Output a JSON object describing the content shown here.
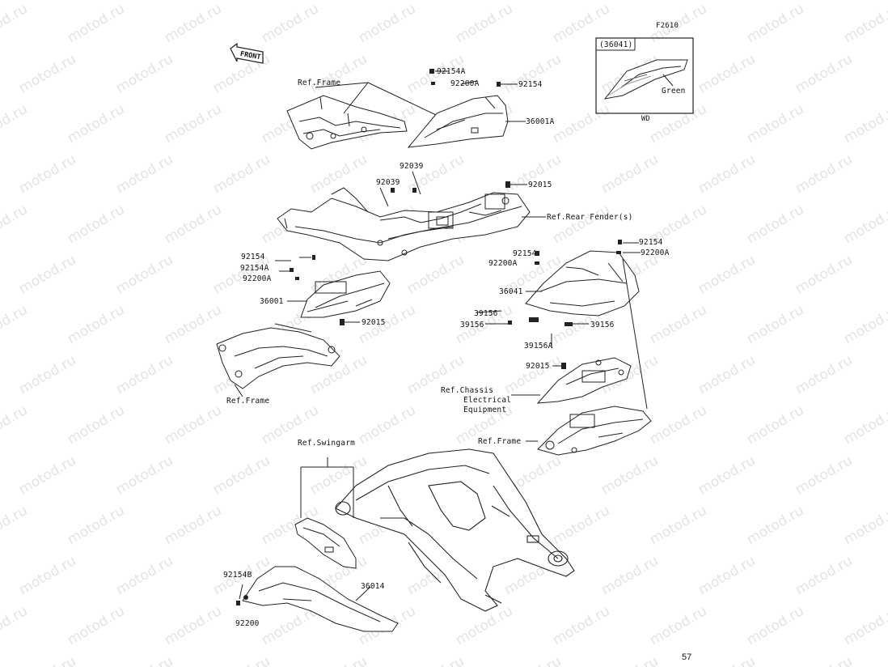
{
  "figure_code": "F2610",
  "page_number": "57",
  "watermark": "motod.ru",
  "front_arrow_label": "FRONT",
  "inset": {
    "part": "(36041)",
    "color_label": "Green",
    "market": "WD"
  },
  "labels": {
    "ref_frame_top": "Ref.Frame",
    "p92154A_top": "92154A",
    "p92200A_top": "92200A",
    "p92154_top": "92154",
    "p36001A": "36001A",
    "p92039_a": "92039",
    "p92039_b": "92039",
    "p92015_top": "92015",
    "ref_rear_fender": "Ref.Rear Fender(s)",
    "p92154_left": "92154",
    "p92154A_left": "92154A",
    "p92200A_left": "92200A",
    "p36001": "36001",
    "p92015_left": "92015",
    "ref_frame_left": "Ref.Frame",
    "p92154_right": "92154",
    "p92200A_right_a": "92200A",
    "p92154_right_b": "92154",
    "p92200A_right_b": "92200A",
    "p36041": "36041",
    "p39156_a": "39156",
    "p39156_b": "39156",
    "p39156_c": "39156",
    "p39156A": "39156A",
    "p92015_right": "92015",
    "ref_chassis_1": "Ref.Chassis",
    "ref_chassis_2": "Electrical",
    "ref_chassis_3": "Equipment",
    "ref_frame_right": "Ref.Frame",
    "ref_swingarm": "Ref.Swingarm",
    "p92154B": "92154B",
    "p92200": "92200",
    "p36014": "36014"
  }
}
